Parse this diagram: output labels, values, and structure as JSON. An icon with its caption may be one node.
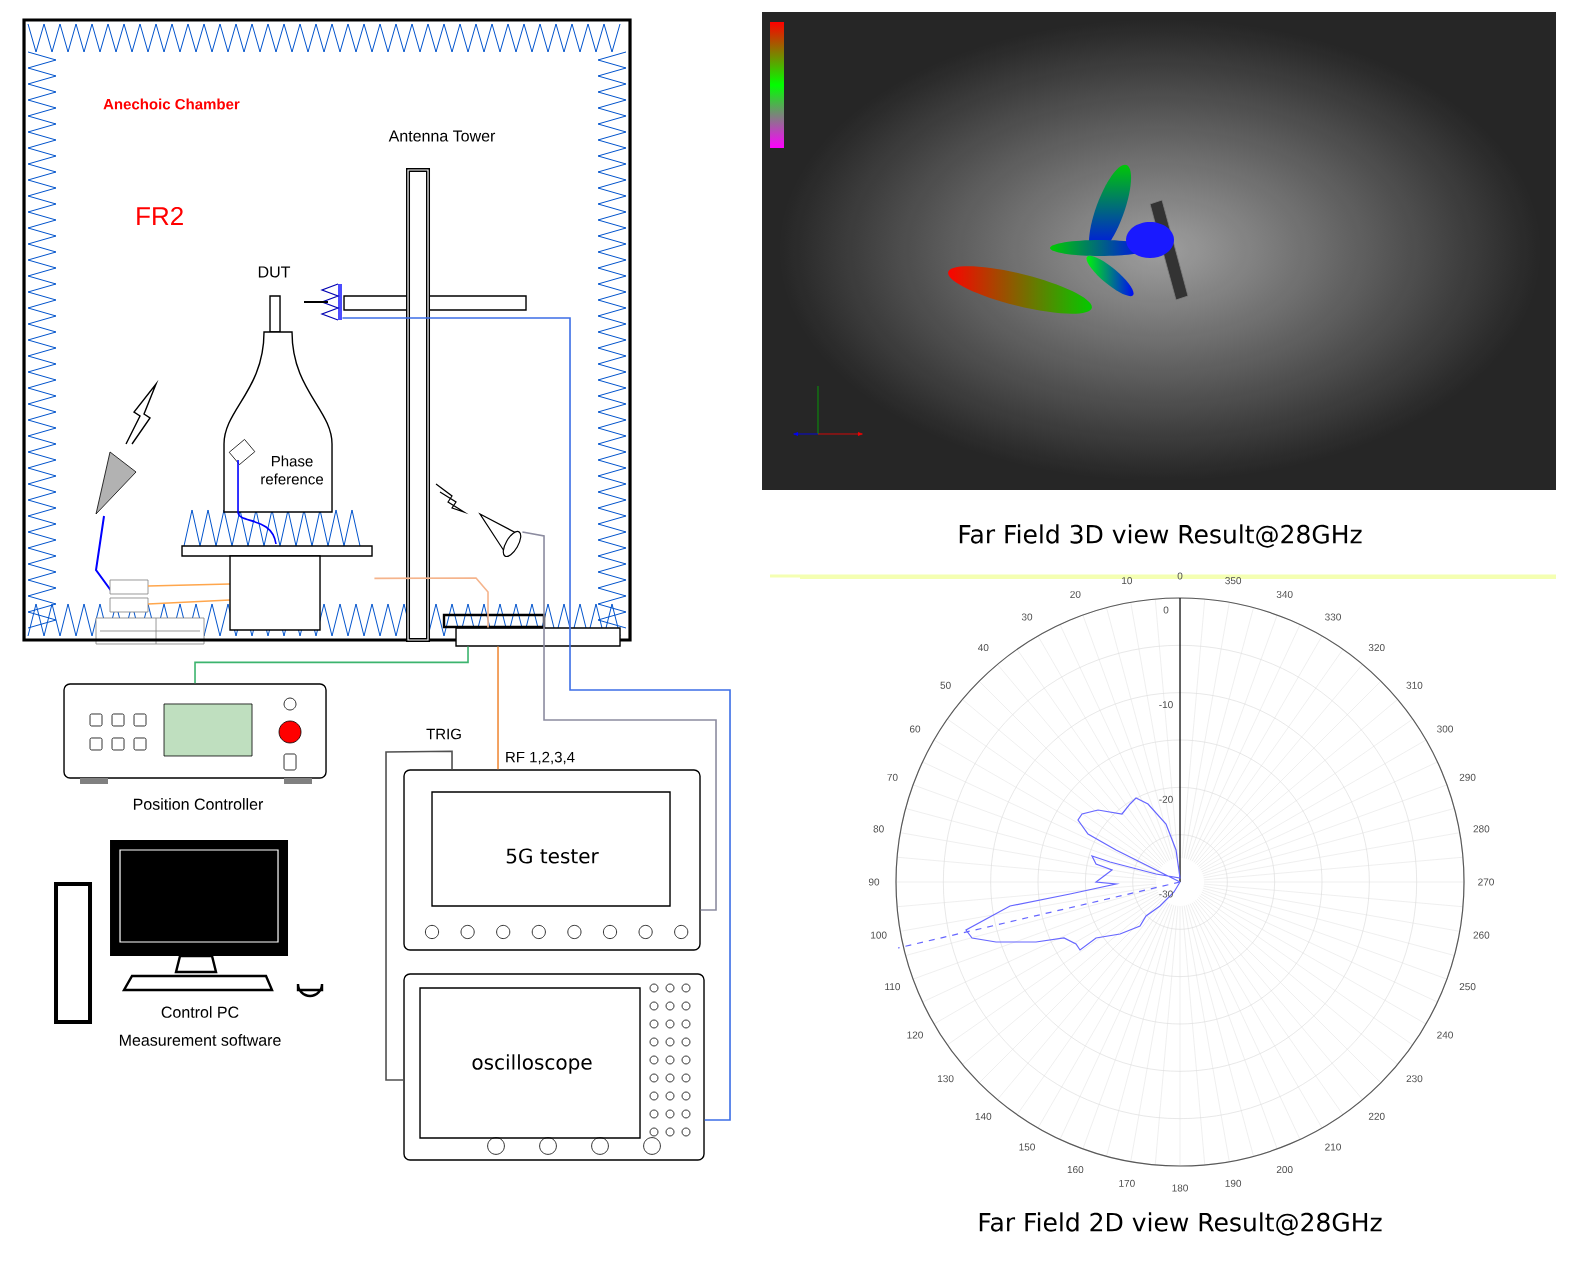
{
  "diagram": {
    "nodes": [
      {
        "text": [
          "Anechoic Chamber",
          "FR2"
        ]
      },
      {
        "text": [
          "Antenna Tower"
        ],
        "in": 0
      },
      {
        "text": [
          "DUT",
          "Phase reference"
        ],
        "in": 0
      },
      {
        "text": [],
        "shape": "antenna",
        "in": 0
      },
      {
        "text": [],
        "shape": "cone",
        "in": 0
      },
      {
        "text": [],
        "shape": "box"
      },
      {
        "text": [
          "Position Controller"
        ]
      },
      {
        "text": [
          "Control PC",
          "Measurement software"
        ]
      },
      {
        "text": [
          "5G tester"
        ]
      },
      {
        "text": [
          "oscilloscope"
        ]
      },
      {
        "text": [
          "Far Field 3D view Result@28GHz"
        ]
      },
      {
        "text": [
          "Far Field 2D view Result@28GHz"
        ]
      }
    ],
    "edges": [
      {
        "from": 5,
        "to": 6,
        "arrow": "none",
        "color": "#3cb46e"
      },
      {
        "from": 5,
        "to": 8,
        "label": "RF 1,2,3,4",
        "arrow": "none",
        "color": "#f08c3c"
      },
      {
        "from": 2,
        "to": 5,
        "arrow": "none",
        "color": "#f5b48c"
      },
      {
        "from": 4,
        "to": 8,
        "arrow": "none",
        "color": "#8c8ca0"
      },
      {
        "from": 3,
        "to": 9,
        "arrow": "none",
        "color": "#3c6ee6"
      },
      {
        "from": 8,
        "to": 9,
        "label": "TRIG",
        "arrow": "none",
        "color": "#505050"
      }
    ],
    "labels": [
      "0",
      "10",
      "20",
      "30",
      "40",
      "50",
      "60",
      "70",
      "80",
      "90",
      "100",
      "110",
      "120",
      "130",
      "140",
      "150",
      "160",
      "170",
      "180",
      "190",
      "200",
      "210",
      "220",
      "230",
      "240",
      "250",
      "260",
      "270",
      "280",
      "290",
      "300",
      "310",
      "320",
      "330",
      "340",
      "350",
      "0",
      "-10",
      "-20",
      "-30"
    ]
  }
}
